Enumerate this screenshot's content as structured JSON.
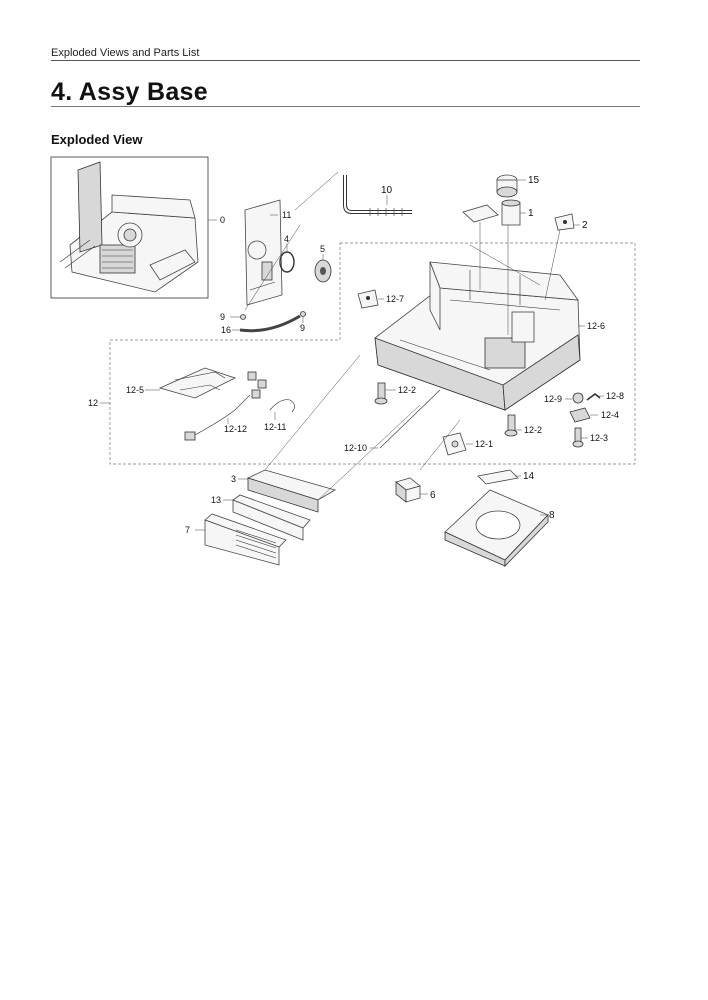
{
  "header": {
    "section_label": "Exploded Views and Parts List"
  },
  "page_title": "4.  Assy Base",
  "subsection_title": "Exploded View",
  "diagram": {
    "callouts": {
      "c0": "0",
      "c1": "1",
      "c2": "2",
      "c3": "3",
      "c4": "4",
      "c5": "5",
      "c6": "6",
      "c7": "7",
      "c8": "8",
      "c9a": "9",
      "c9b": "9",
      "c10": "10",
      "c11": "11",
      "c12": "12",
      "c13": "13",
      "c14": "14",
      "c15": "15",
      "c16": "16",
      "c12_1": "12-1",
      "c12_2a": "12-2",
      "c12_2b": "12-2",
      "c12_3": "12-3",
      "c12_4": "12-4",
      "c12_5": "12-5",
      "c12_6": "12-6",
      "c12_7": "12-7",
      "c12_8": "12-8",
      "c12_9": "12-9",
      "c12_10": "12-10",
      "c12_11": "12-11",
      "c12_12": "12-12"
    }
  }
}
